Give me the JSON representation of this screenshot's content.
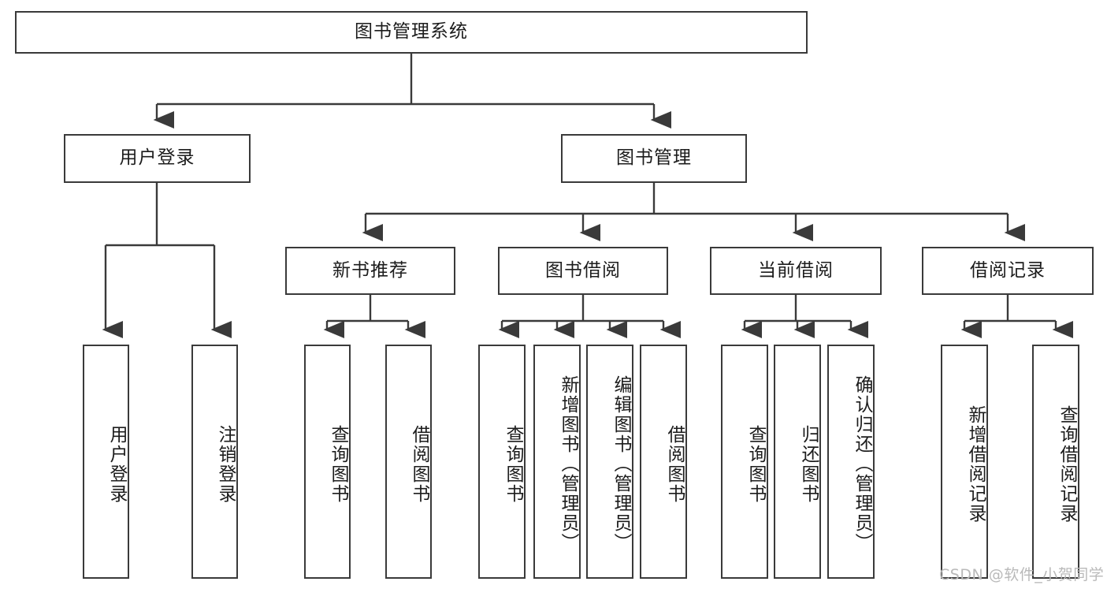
{
  "diagram": {
    "type": "tree-hierarchy-chart",
    "title": "图书管理系统",
    "orientation": "top-down",
    "colors": {
      "box_border": "#3a3a3a",
      "box_fill": "#ffffff",
      "edge": "#3a3a3a",
      "text": "#1c1c1c",
      "watermark": "#b9b9b9",
      "background": "#ffffff"
    },
    "nodes": {
      "root": {
        "label": "图书管理系统",
        "level": 0
      },
      "level1": [
        {
          "id": "user-login",
          "label": "用户登录"
        },
        {
          "id": "book-management",
          "label": "图书管理"
        }
      ],
      "level2": [
        {
          "id": "new-book-recommend",
          "label": "新书推荐"
        },
        {
          "id": "book-borrow",
          "label": "图书借阅"
        },
        {
          "id": "current-borrow",
          "label": "当前借阅"
        },
        {
          "id": "borrow-record",
          "label": "借阅记录"
        }
      ],
      "leaves": {
        "user-login": [
          {
            "id": "leaf-user-login",
            "label": "用户登录"
          },
          {
            "id": "leaf-logout-login",
            "label": "注销登录"
          }
        ],
        "new-book-recommend": [
          {
            "id": "leaf-query-book-1",
            "label": "查询图书"
          },
          {
            "id": "leaf-borrow-book-1",
            "label": "借阅图书"
          }
        ],
        "book-borrow": [
          {
            "id": "leaf-query-book-2",
            "label": "查询图书"
          },
          {
            "id": "leaf-add-book",
            "label": "新增图书（管理员）"
          },
          {
            "id": "leaf-edit-book",
            "label": "编辑图书（管理员）"
          },
          {
            "id": "leaf-borrow-book-2",
            "label": "借阅图书"
          }
        ],
        "current-borrow": [
          {
            "id": "leaf-query-book-3",
            "label": "查询图书"
          },
          {
            "id": "leaf-return-book",
            "label": "归还图书"
          },
          {
            "id": "leaf-confirm-return",
            "label": "确认归还（管理员）"
          }
        ],
        "borrow-record": [
          {
            "id": "leaf-add-record",
            "label": "新增借阅记录"
          },
          {
            "id": "leaf-query-record",
            "label": "查询借阅记录"
          }
        ]
      }
    },
    "watermark": "CSDN @软件_小贺同学"
  }
}
